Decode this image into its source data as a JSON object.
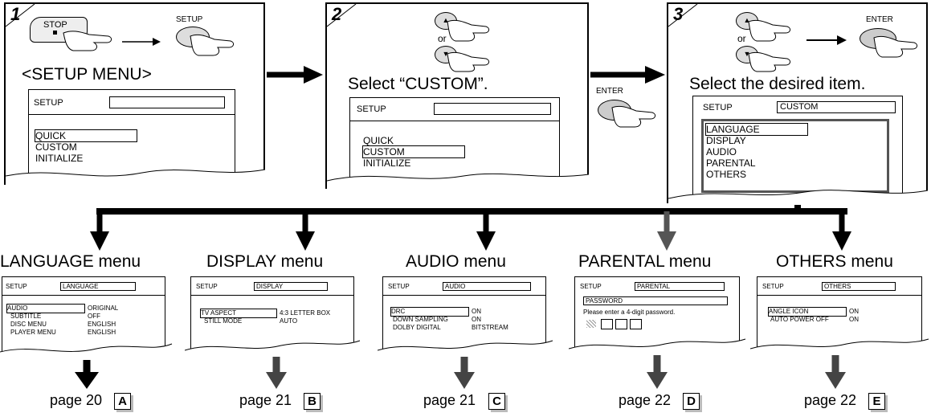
{
  "steps": [
    {
      "num": "1",
      "buttons": {
        "stop": "STOP",
        "setup": "SETUP"
      },
      "title": "<SETUP MENU>",
      "screen": {
        "header": "SETUP",
        "header_value": "",
        "items": [
          "QUICK",
          "CUSTOM",
          "INITIALIZE"
        ],
        "selected": 0
      }
    },
    {
      "num": "2",
      "or": "or",
      "title": "Select “CUSTOM”.",
      "screen": {
        "header": "SETUP",
        "header_value": "",
        "items": [
          "QUICK",
          "CUSTOM",
          "INITIALIZE"
        ],
        "selected": 1
      }
    },
    {
      "num": "3",
      "or": "or",
      "enter": "ENTER",
      "title": "Select the desired item.",
      "screen": {
        "header": "SETUP",
        "header_value": "CUSTOM",
        "items": [
          "LANGUAGE",
          "DISPLAY",
          "AUDIO",
          "PARENTAL",
          "OTHERS"
        ],
        "selected": 0
      }
    }
  ],
  "enter_between": "ENTER",
  "menus": [
    {
      "title": "LANGUAGE menu",
      "header": "SETUP",
      "header_value": "LANGUAGE",
      "rows": [
        [
          "AUDIO",
          "ORIGINAL"
        ],
        [
          "SUBTITLE",
          "OFF"
        ],
        [
          "DISC MENU",
          "ENGLISH"
        ],
        [
          "PLAYER MENU",
          "ENGLISH"
        ]
      ],
      "page": "page 20",
      "badge": "A"
    },
    {
      "title": "DISPLAY menu",
      "header": "SETUP",
      "header_value": "DISPLAY",
      "rows": [
        [
          "TV ASPECT",
          "4:3 LETTER BOX"
        ],
        [
          "STILL MODE",
          "AUTO"
        ]
      ],
      "page": "page 21",
      "badge": "B"
    },
    {
      "title": "AUDIO menu",
      "header": "SETUP",
      "header_value": "AUDIO",
      "rows": [
        [
          "DRC",
          "ON"
        ],
        [
          "DOWN SAMPLING",
          "ON"
        ],
        [
          "DOLBY DIGITAL",
          "BITSTREAM"
        ]
      ],
      "page": "page 21",
      "badge": "C"
    },
    {
      "title": "PARENTAL menu",
      "header": "SETUP",
      "header_value": "PARENTAL",
      "password_label": "PASSWORD",
      "password_prompt": "Please enter a 4-digit password.",
      "page": "page 22",
      "badge": "D"
    },
    {
      "title": "OTHERS menu",
      "header": "SETUP",
      "header_value": "OTHERS",
      "rows": [
        [
          "ANGLE ICON",
          "ON"
        ],
        [
          "AUTO POWER OFF",
          "ON"
        ]
      ],
      "page": "page 22",
      "badge": "E"
    }
  ]
}
